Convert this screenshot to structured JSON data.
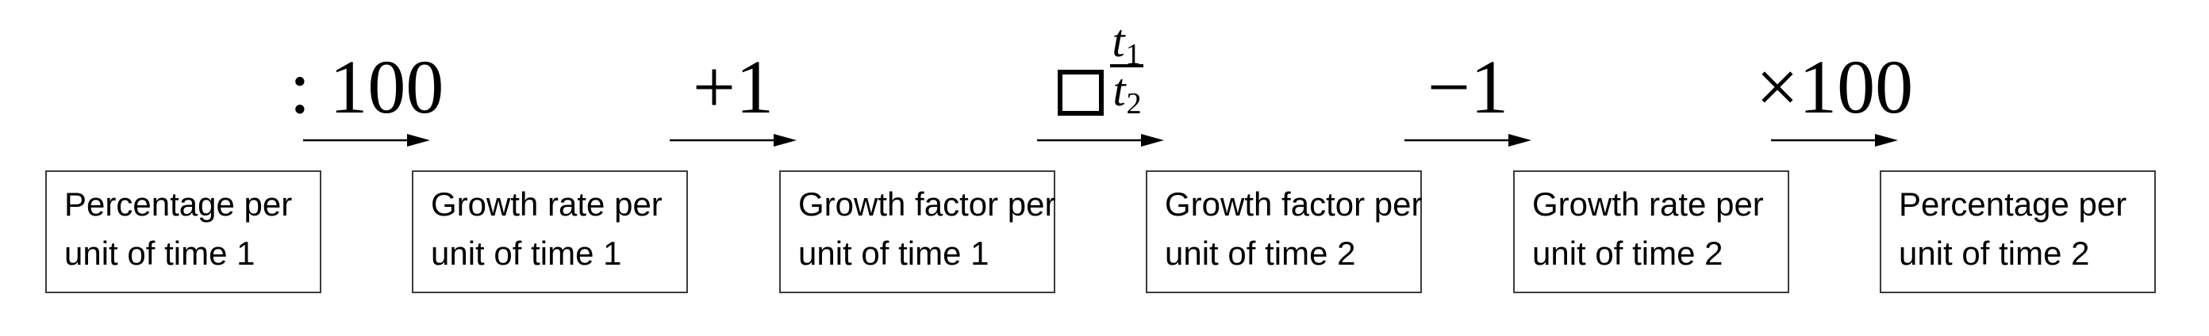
{
  "diagram": {
    "description": "Conversion chain between percentage, growth rate and growth factor across two units of time",
    "boxes": [
      {
        "line1": "Percentage per",
        "line2": "unit of time 1"
      },
      {
        "line1": "Growth rate per",
        "line2": "unit of time 1"
      },
      {
        "line1": "Growth factor per",
        "line2": "unit of time 1"
      },
      {
        "line1": "Growth factor per",
        "line2": "unit of time 2"
      },
      {
        "line1": "Growth rate per",
        "line2": "unit of time 2"
      },
      {
        "line1": "Percentage per",
        "line2": "unit of time 2"
      }
    ],
    "operations": [
      {
        "label": ": 100"
      },
      {
        "label": "+1"
      },
      {
        "power": {
          "base_icon": "square-outline",
          "numerator": "t",
          "numerator_sub": "1",
          "denominator": "t",
          "denominator_sub": "2"
        }
      },
      {
        "label": "−1"
      },
      {
        "label": "×100"
      }
    ],
    "colors": {
      "ink": "#000000",
      "box_border": "#3c3c3c",
      "background": "#ffffff"
    }
  }
}
